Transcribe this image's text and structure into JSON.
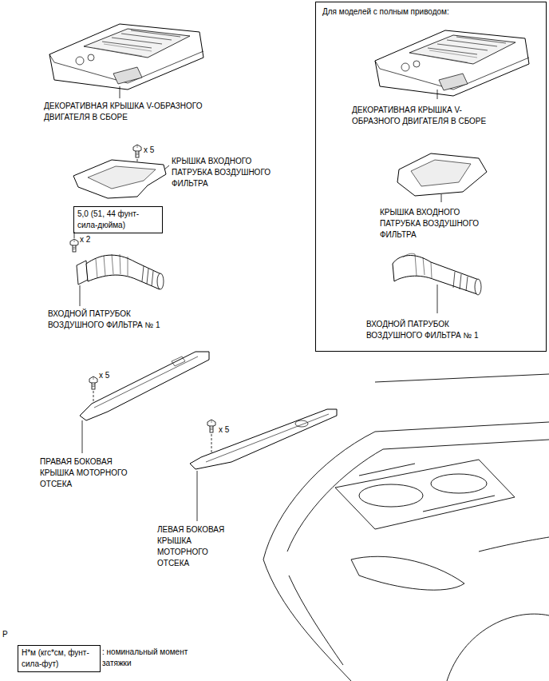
{
  "diagram": {
    "nodes": [
      {
        "text": [
          "Для моделей с полным приводом:",
          "ДЕКОРАТИВНАЯ КРЫШКА V-ОБРАЗНОГО ДВИГАТЕЛЯ В СБОРЕ",
          "КРЫШКА ВХОДНОГО ПАТРУБКА ВОЗДУШНОГО ФИЛЬТРА",
          "ВХОДНОЙ ПАТРУБОК ВОЗДУШНОГО ФИЛЬТРА № 1"
        ]
      },
      {
        "text": [
          "5,0 (51, 44 фунт-сила-дюйма)"
        ]
      },
      {
        "text": [
          "Н*м (кгс*см, фунт-сила-фут)"
        ]
      }
    ],
    "labels": [
      "ДЕКОРАТИВНАЯ КРЫШКА V-ОБРАЗНОГО ДВИГАТЕЛЯ В СБОРЕ",
      "x 5",
      "КРЫШКА ВХОДНОГО ПАТРУБКА ВОЗДУШНОГО ФИЛЬТРА",
      "x 2",
      "ВХОДНОЙ ПАТРУБОК ВОЗДУШНОГО ФИЛЬТРА № 1",
      "x 5",
      "ПРАВАЯ БОКОВАЯ КРЫШКА МОТОРНОГО ОТСЕКА",
      "x 5",
      "ЛЕВАЯ БОКОВАЯ КРЫШКА МОТОРНОГО ОТСЕКА",
      ": номинальный момент затяжки",
      "P"
    ]
  }
}
